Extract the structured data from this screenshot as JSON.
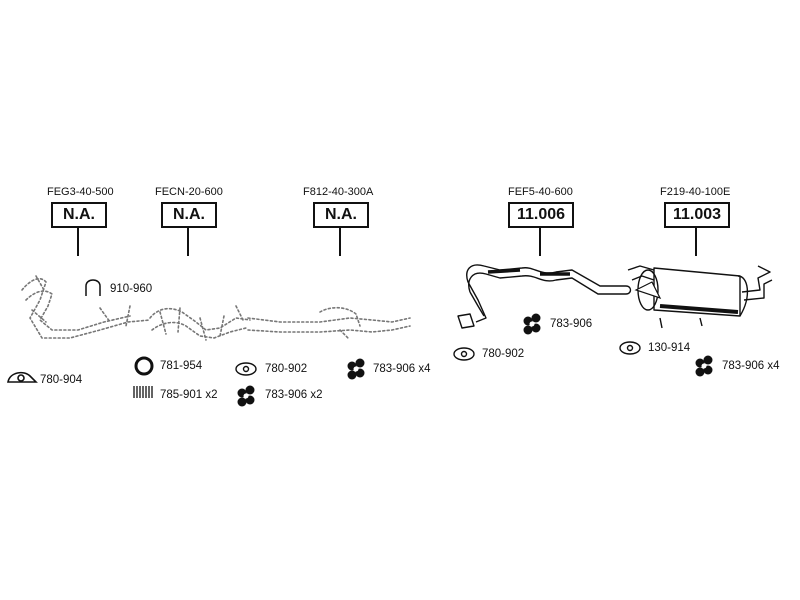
{
  "parts": [
    {
      "code": "FEG3-40-500",
      "price": "N.A."
    },
    {
      "code": "FECN-20-600",
      "price": "N.A."
    },
    {
      "code": "F812-40-300A",
      "price": "N.A."
    },
    {
      "code": "FEF5-40-600",
      "price": "11.006"
    },
    {
      "code": "F219-40-100E",
      "price": "11.003"
    }
  ],
  "accessories": {
    "a1": "910-960",
    "a2": "780-904",
    "a3": "781-954",
    "a4": "785-901 x2",
    "a5": "780-902",
    "a6": "783-906 x2",
    "a7": "783-906 x4",
    "a8": "783-906",
    "a9": "780-902",
    "a10": "130-914",
    "a11": "783-906 x4"
  }
}
